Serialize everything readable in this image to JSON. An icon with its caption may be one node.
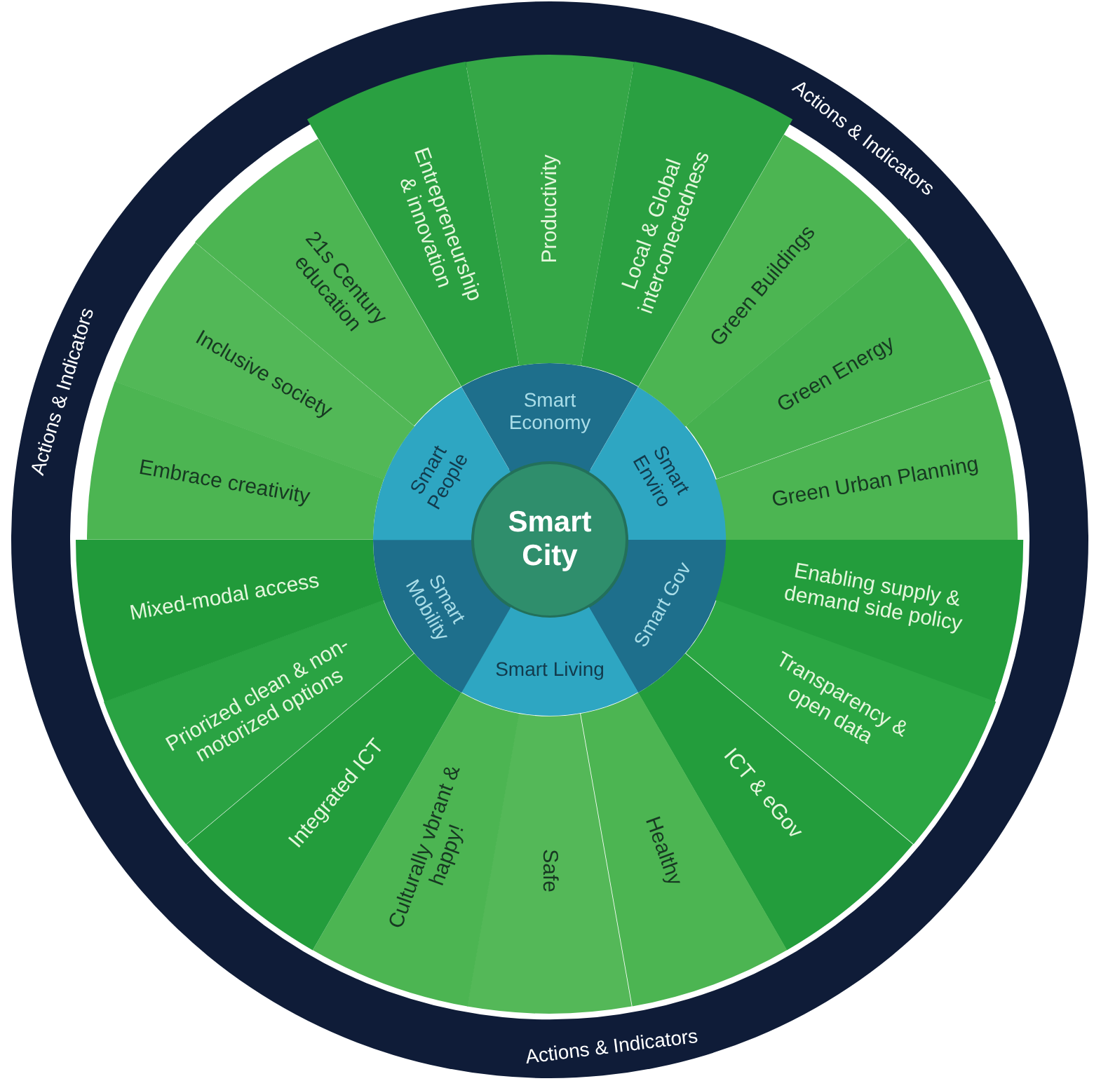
{
  "diagram": {
    "nodes": [
      {
        "text": [
          "Actions & Indicators",
          "Actions & Indicators",
          "Actions & Indicators"
        ]
      },
      {
        "text": [
          "Smart City"
        ],
        "in": 0
      },
      {
        "text": [
          "Smart Economy"
        ],
        "in": 0
      },
      {
        "text": [
          "Smart Enviro"
        ],
        "in": 0
      },
      {
        "text": [
          "Smart Gov"
        ],
        "in": 0
      },
      {
        "text": [
          "Smart Living"
        ],
        "in": 0
      },
      {
        "text": [
          "Smart Mobility"
        ],
        "in": 0
      },
      {
        "text": [
          "Smart People"
        ],
        "in": 0
      },
      {
        "text": [
          "Entrepreneurship & innovation"
        ],
        "in": 0
      },
      {
        "text": [
          "Productivity"
        ],
        "in": 0
      },
      {
        "text": [
          "Local & Global interconectedness"
        ],
        "in": 0
      },
      {
        "text": [
          "Green Buildings"
        ],
        "in": 0
      },
      {
        "text": [
          "Green Energy"
        ],
        "in": 0
      },
      {
        "text": [
          "Green Urban Planning"
        ],
        "in": 0
      },
      {
        "text": [
          "Enabling supply & demand side policy"
        ],
        "in": 0
      },
      {
        "text": [
          "Transparency & open data"
        ],
        "in": 0
      },
      {
        "text": [
          "ICT & eGov"
        ],
        "in": 0
      },
      {
        "text": [
          "Healthy"
        ],
        "in": 0
      },
      {
        "text": [
          "Safe"
        ],
        "in": 0
      },
      {
        "text": [
          "Culturally vbrant & happy!"
        ],
        "in": 0
      },
      {
        "text": [
          "Integrated ICT"
        ],
        "in": 0
      },
      {
        "text": [
          "Priorized clean & non-motorized options"
        ],
        "in": 0
      },
      {
        "text": [
          "Mixed-modal access"
        ],
        "in": 0
      },
      {
        "text": [
          "Embrace creativity"
        ],
        "in": 0
      },
      {
        "text": [
          "Inclusive society"
        ],
        "in": 0
      },
      {
        "text": [
          "21s Century education"
        ],
        "in": 0
      }
    ]
  }
}
